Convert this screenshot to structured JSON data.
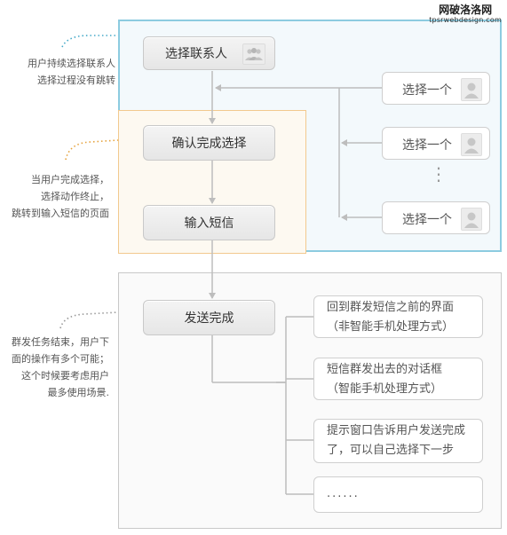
{
  "watermark": {
    "site_name": "网破洛洛网",
    "site_url": "tpsrwebdesign.com"
  },
  "colors": {
    "blue_region": "#8ccbe0",
    "blue_fill": "#f3f9fc",
    "orange_region": "#f2c98e",
    "orange_fill": "#fdf9f1",
    "gray_region": "#c8c8c8",
    "gray_fill": "#fafafa",
    "connector": "#bdbdbd",
    "dots_blue": "#45a9c8",
    "dots_orange": "#e6a23c",
    "dots_gray": "#999999"
  },
  "flow": {
    "select_contact": "选择联系人",
    "confirm_selection": "确认完成选择",
    "input_sms": "输入短信",
    "send_complete": "发送完成"
  },
  "contacts": {
    "item_label": "选择一个",
    "items": [
      "选择一个",
      "选择一个",
      "选择一个"
    ],
    "ellipsis": "⋮"
  },
  "outcomes": [
    {
      "line1": "回到群发短信之前的界面",
      "line2": "（非智能手机处理方式）"
    },
    {
      "line1": "短信群发出去的对话框",
      "line2": "（智能手机处理方式）"
    },
    {
      "line1": "提示窗口告诉用户发送完成",
      "line2": "了，可以自己选择下一步"
    },
    {
      "line1": "......",
      "line2": ""
    }
  ],
  "notes": {
    "note1": {
      "line1": "用户持续选择联系人",
      "line2": "选择过程没有跳转"
    },
    "note2": {
      "line1": "当用户完成选择，",
      "line2": "选择动作终止，",
      "line3": "跳转到输入短信的页面"
    },
    "note3": {
      "line1": "群发任务结束，用户下",
      "line2": "面的操作有多个可能；",
      "line3": "这个时候要考虑用户",
      "line4": "最多使用场景."
    }
  }
}
